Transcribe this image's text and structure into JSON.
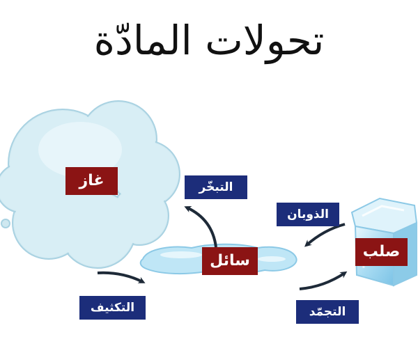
{
  "title": "تحولات المادّة",
  "states": {
    "gas": "غاز",
    "liquid": "سائل",
    "solid": "صلب"
  },
  "processes": {
    "evaporation": "التبخّر",
    "melting": "الذوبان",
    "condensation": "التكثيف",
    "freezing": "التجمّد"
  },
  "colors": {
    "state_label_bg": "#8b1414",
    "process_label_bg": "#1c2d7a",
    "cloud_fill": "#cfe8f0",
    "water_fill": "#bfe6f6",
    "ice_fill": "#bde4f5",
    "arrow": "#1e2a38"
  },
  "icons": [
    "cloud-icon",
    "water-puddle-icon",
    "ice-cube-icon",
    "arrow-icon"
  ]
}
